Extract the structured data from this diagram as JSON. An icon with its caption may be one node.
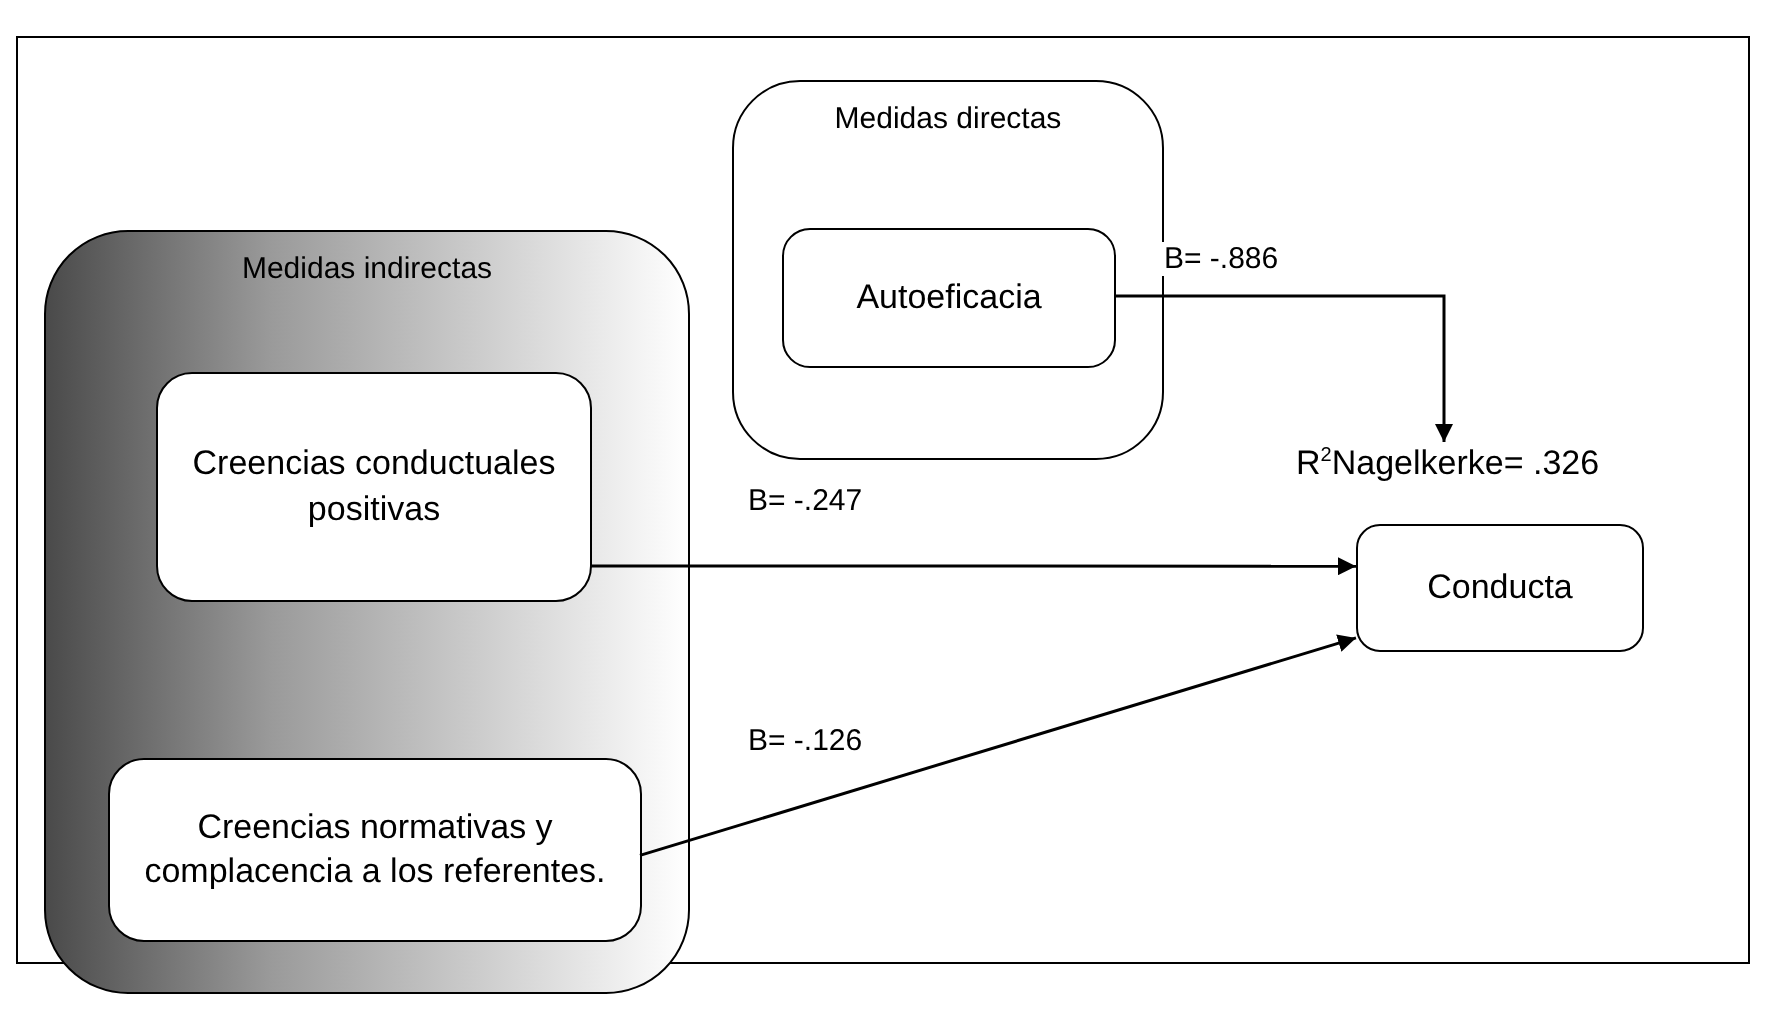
{
  "diagram": {
    "nodes": [
      {
        "text": [
          "Medidas indirectas"
        ]
      },
      {
        "text": [
          "Creencias conductuales positivas"
        ],
        "in": 0
      },
      {
        "text": [
          "Creencias normativas y complacencia a los referentes."
        ],
        "in": 0
      },
      {
        "text": [
          "Medidas directas"
        ]
      },
      {
        "text": [
          "Autoeficacia"
        ],
        "in": 3
      },
      {
        "text": [
          "Conducta"
        ],
        "beside": [
          "R$^{2}$Nagelkerke= .326"
        ]
      }
    ],
    "edges": [
      {
        "from": 1,
        "to": 5,
        "arrow": "to",
        "label": "B= -.247"
      },
      {
        "from": 2,
        "to": 5,
        "arrow": "to",
        "label": "B= -.126"
      },
      {
        "from": 4,
        "to": 5,
        "arrow": "to",
        "label": "B= -.886"
      }
    ]
  }
}
